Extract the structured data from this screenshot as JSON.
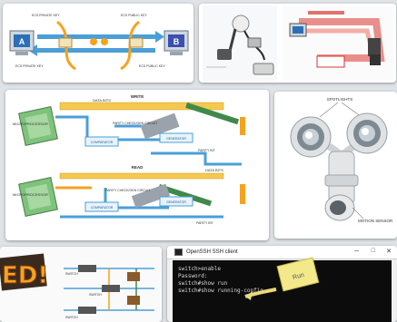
{
  "tile1": {
    "labels": [
      "ECS PRIVATE KEY",
      "ECS PUBLIC KEY",
      "ECS PRIVATE KEY",
      "ECS PUBLIC KEY"
    ]
  },
  "tile2": {},
  "tile3": {
    "write_section": {
      "title": "WRITE",
      "microprocessor": "MICROPROCESSOR",
      "data_bits": "DATA BITS",
      "parity_circuit": "PARITY CHECK/GEN CIRCUIT",
      "comparator": "COMPARATOR",
      "generator": "GENERATOR",
      "parity_bit": "PARITY BIT"
    },
    "read_section": {
      "title": "READ",
      "microprocessor": "MICROPROCESSOR",
      "data_bits": "DATA BITS",
      "parity_circuit": "PARITY CHECK/GEN CIRCUIT",
      "comparator": "COMPARATOR",
      "generator": "GENERATOR",
      "parity_bit": "PARITY BIT"
    }
  },
  "tile4": {
    "spotlights_label": "SPOTLIGHTS",
    "motion_sensor_label": "MOTION SENSOR"
  },
  "tile5": {
    "banner": "ED!",
    "switch_labels": [
      "SWITCH",
      "SWITCH",
      "SWITCH"
    ]
  },
  "tile6": {
    "window_title": "OpenSSH SSH client",
    "terminal_lines": [
      "switch>enable",
      "Password:",
      "switch#show run",
      "switch#show running-config"
    ],
    "sticky_note": "Run"
  },
  "colors": {
    "background": "#dfe3e6",
    "accent_blue": "#4a9fd8",
    "accent_orange": "#f5a31f",
    "accent_green": "#3f8a4a",
    "accent_red": "#d8362f",
    "terminal_bg": "#0c0c0c"
  }
}
